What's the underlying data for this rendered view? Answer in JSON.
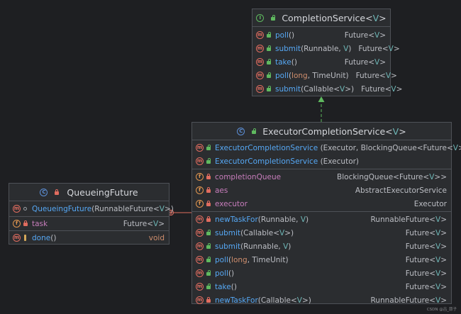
{
  "completion_service": {
    "title": "CompletionService",
    "type_param": "V",
    "methods": [
      {
        "name": "poll",
        "params": "()",
        "ret": "Future<V>"
      },
      {
        "name": "submit",
        "params": "(Runnable, V)",
        "ret": "Future<V>"
      },
      {
        "name": "take",
        "params": "()",
        "ret": "Future<V>"
      },
      {
        "name": "poll",
        "params": "(long, TimeUnit)",
        "ret": "Future<V>"
      },
      {
        "name": "submit",
        "params": "(Callable<V>)",
        "ret": "Future<V>"
      }
    ]
  },
  "executor_completion_service": {
    "title": "ExecutorCompletionService",
    "type_param": "V",
    "constructors": [
      {
        "name": "ExecutorCompletionService",
        "params": "(Executor, BlockingQueue<Future<V>>)"
      },
      {
        "name": "ExecutorCompletionService",
        "params": "(Executor)"
      }
    ],
    "fields": [
      {
        "name": "completionQueue",
        "type": "BlockingQueue<Future<V>>"
      },
      {
        "name": "aes",
        "type": "AbstractExecutorService"
      },
      {
        "name": "executor",
        "type": "Executor"
      }
    ],
    "methods": [
      {
        "name": "newTaskFor",
        "params": "(Runnable, V)",
        "ret": "RunnableFuture<V>",
        "vis": "priv"
      },
      {
        "name": "submit",
        "params": "(Callable<V>)",
        "ret": "Future<V>",
        "vis": "pub"
      },
      {
        "name": "submit",
        "params": "(Runnable, V)",
        "ret": "Future<V>",
        "vis": "pub"
      },
      {
        "name": "poll",
        "params": "(long, TimeUnit)",
        "ret": "Future<V>",
        "vis": "pub"
      },
      {
        "name": "poll",
        "params": "()",
        "ret": "Future<V>",
        "vis": "pub"
      },
      {
        "name": "take",
        "params": "()",
        "ret": "Future<V>",
        "vis": "pub"
      },
      {
        "name": "newTaskFor",
        "params": "(Callable<V>)",
        "ret": "RunnableFuture<V>",
        "vis": "priv"
      }
    ]
  },
  "queueing_future": {
    "title": "QueueingFuture",
    "constructor": {
      "name": "QueueingFuture",
      "params": "(RunnableFuture<V>)"
    },
    "field": {
      "name": "task",
      "type": "Future<V>"
    },
    "method": {
      "name": "done",
      "params": "()",
      "ret": "void"
    }
  },
  "icons": {
    "method": "m",
    "field": "f",
    "interface": "I",
    "class": "C"
  },
  "watermark": "CSDN @吕_蒜子",
  "colors": {
    "background": "#1e1f22",
    "box": "#2b2d30",
    "border": "#4e5157",
    "method_name": "#56a8f5",
    "field_name": "#c77dbb",
    "type_param": "#6fb7b7",
    "keyword": "#cf8e6d",
    "realization_arrow": "#5fb95f",
    "inner_link": "#e06c5f"
  }
}
